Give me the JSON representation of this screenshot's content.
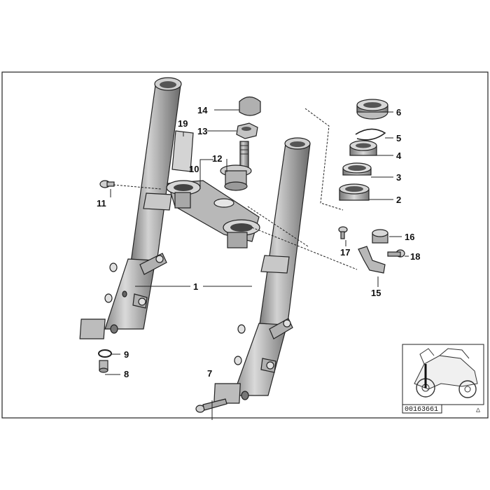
{
  "diagram": {
    "callouts": {
      "c1": "1",
      "c2": "2",
      "c3": "3",
      "c4": "4",
      "c5": "5",
      "c6": "6",
      "c7": "7",
      "c8": "8",
      "c9": "9",
      "c10": "10",
      "c11": "11",
      "c12": "12",
      "c13": "13",
      "c14": "14",
      "c15": "15",
      "c16": "16",
      "c17": "17",
      "c18": "18",
      "c19": "19"
    },
    "thumbnail": {
      "reference_number": "00163661",
      "indicator": "△"
    },
    "colors": {
      "line": "#222222",
      "fork_tube": "#a0a0a0",
      "fork_slider": "#b8b8b8",
      "background": "#ffffff"
    }
  }
}
